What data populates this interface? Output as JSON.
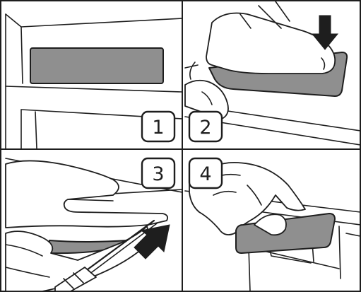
{
  "steps": [
    {
      "number": "1"
    },
    {
      "number": "2"
    },
    {
      "number": "3"
    },
    {
      "number": "4"
    }
  ],
  "colors": {
    "line": "#1e1e1e",
    "panel_grey": "#8f8f8f",
    "background": "#ffffff"
  }
}
